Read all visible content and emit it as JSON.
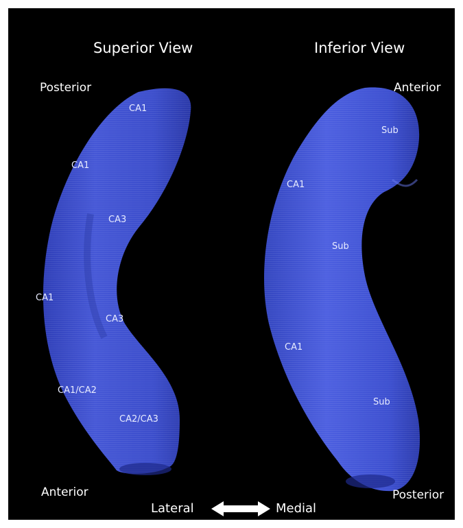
{
  "colors": {
    "background": "#000000",
    "hippocampus": "#3d4fd0",
    "text": "#ffffff"
  },
  "superior": {
    "title": "Superior View",
    "top_label": "Posterior",
    "bottom_label": "Anterior",
    "regions": [
      "CA1",
      "CA1",
      "CA3",
      "CA1",
      "CA3",
      "CA1/CA2",
      "CA2/CA3"
    ]
  },
  "inferior": {
    "title": "Inferior View",
    "top_label": "Anterior",
    "bottom_label": "Posterior",
    "regions": [
      "Sub",
      "CA1",
      "Sub",
      "CA1",
      "Sub"
    ]
  },
  "axis": {
    "left_label": "Lateral",
    "right_label": "Medial",
    "arrow_icon": "double-arrow-icon"
  }
}
